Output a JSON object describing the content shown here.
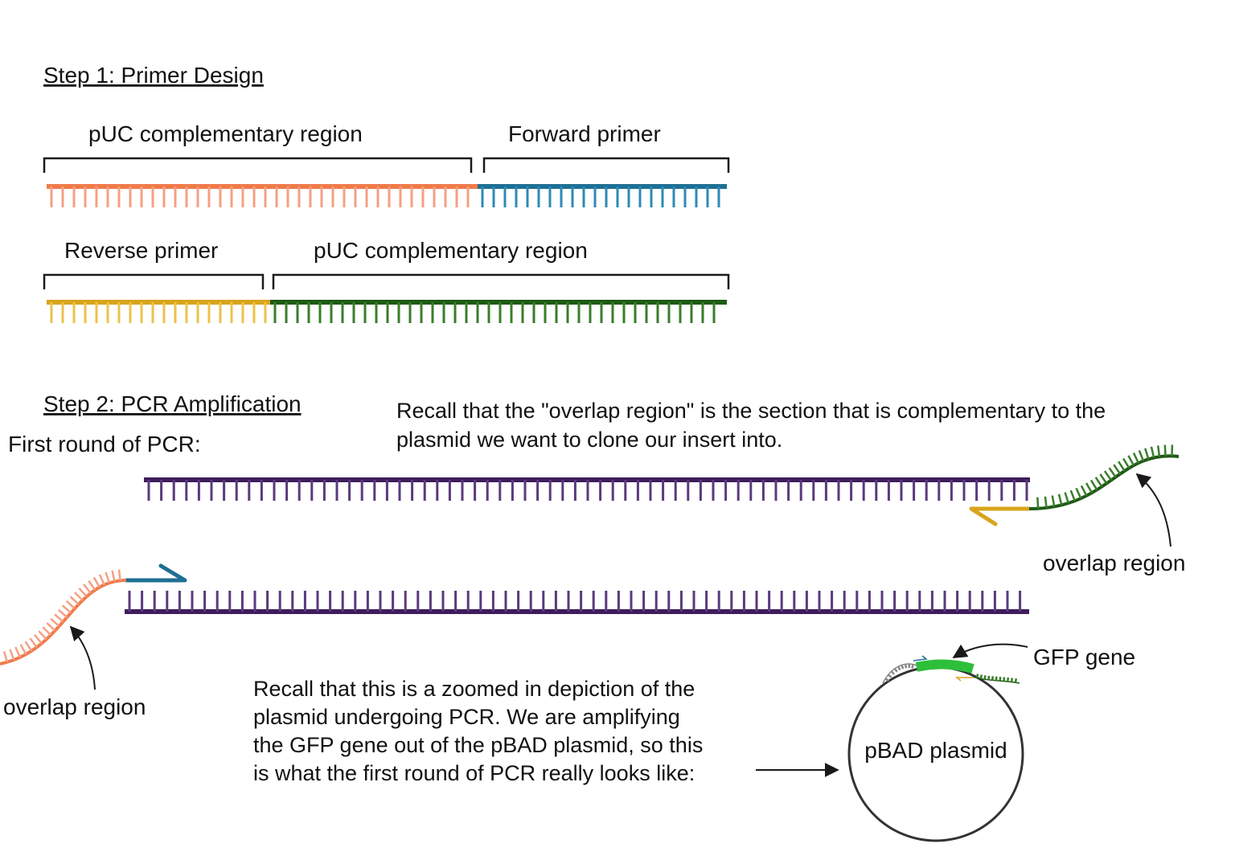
{
  "step1": {
    "heading": "Step 1: Primer Design",
    "label_puc_top": "pUC complementary region",
    "label_forward": "Forward primer",
    "label_reverse": "Reverse primer",
    "label_puc_bottom": "pUC complementary region"
  },
  "step2": {
    "heading": "Step 2: PCR Amplification",
    "first_round": "First round of PCR:",
    "recall_top_lines": [
      "Recall that the \"overlap region\" is the section that is complementary to the",
      "plasmid we want to clone our insert into."
    ],
    "overlap_right": "overlap region",
    "overlap_left": "overlap region",
    "recall_bottom_lines": [
      "Recall that this is a zoomed in depiction of the",
      "plasmid undergoing PCR. We are amplifying",
      "the GFP gene out of the pBAD plasmid, so this",
      "is what the first round of PCR really looks like:"
    ],
    "gfp_gene": "GFP gene",
    "plasmid": "pBAD plasmid"
  },
  "colors": {
    "puc_orange": "#f07a4a",
    "puc_orange_light": "#f5a083",
    "forward_blue": "#1e6f94",
    "forward_blue_light": "#2e8ab5",
    "reverse_yellow": "#d9a41c",
    "reverse_yellow_light": "#ecc24a",
    "puc_green": "#1f5a16",
    "puc_green_light": "#3a7d2a",
    "template_purple": "#3d1d5c",
    "template_purple_light": "#5a3a7d",
    "gfp_green": "#2ebf3a"
  }
}
